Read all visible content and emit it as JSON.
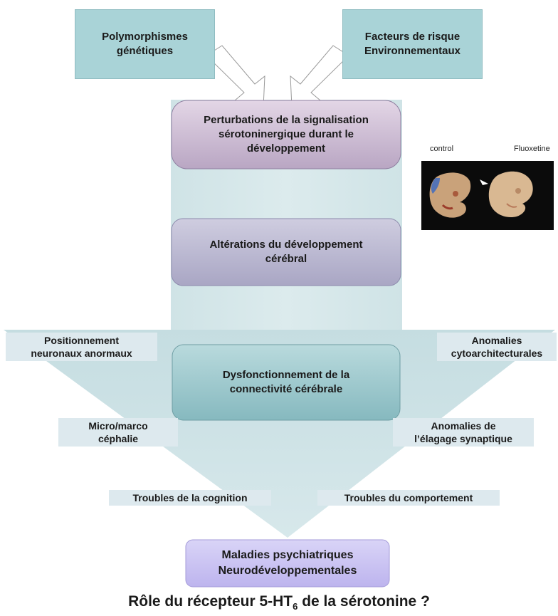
{
  "top": {
    "left_box": "Polymorphismes\ngénétiques",
    "right_box": "Facteurs de risque\nEnvironnementaux"
  },
  "flow": {
    "step1": "Perturbations de la signalisation\nsérotoninergique durant le\ndéveloppement",
    "step2": "Altérations du développement\ncérébral",
    "step3": "Dysfonctionnement de la\nconnectivité cérébrale"
  },
  "side_labels": {
    "left_upper": "Positionnement\nneuronaux anormaux",
    "right_upper": "Anomalies\ncytoarchitecturales",
    "left_middle": "Micro/marco\ncéphalie",
    "right_middle": "Anomalies de\nl’élagage synaptique",
    "left_lower": "Troubles de la cognition",
    "right_lower": "Troubles du comportement"
  },
  "outcome": "Maladies psychiatriques\nNeurodéveloppementales",
  "question": {
    "prefix": "Rôle du récepteur 5-HT",
    "subscript": "6",
    "suffix": " de la sérotonine ?"
  },
  "photo": {
    "label_control": "control",
    "label_treated": "Fluoxetine"
  }
}
